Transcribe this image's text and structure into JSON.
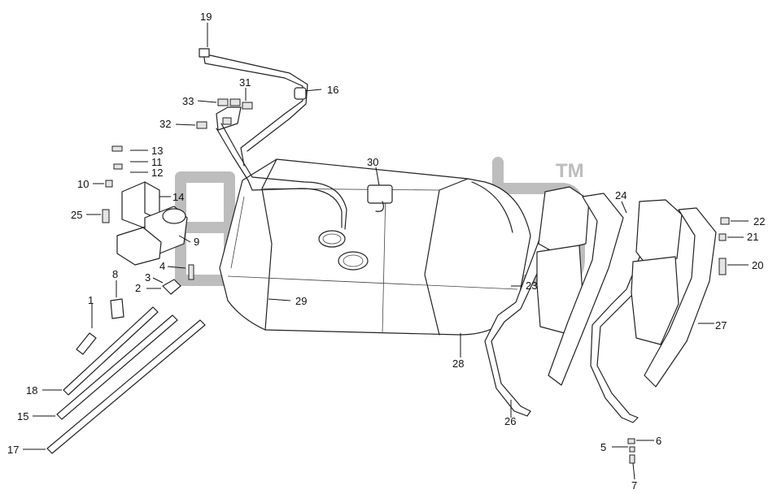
{
  "watermark": {
    "tm": "TM"
  },
  "labels": {
    "p1": "1",
    "p2": "2",
    "p3": "3",
    "p4": "4",
    "p5": "5",
    "p6": "6",
    "p7": "7",
    "p8": "8",
    "p9": "9",
    "p10": "10",
    "p11": "11",
    "p12": "12",
    "p13": "13",
    "p14": "14",
    "p15": "15",
    "p16": "16",
    "p17": "17",
    "p18": "18",
    "p19": "19",
    "p20": "20",
    "p21": "21",
    "p22": "22",
    "p23": "23",
    "p24": "24",
    "p25": "25",
    "p26": "26",
    "p27": "27",
    "p28": "28",
    "p29": "29",
    "p30": "30",
    "p31": "31",
    "p32": "32",
    "p33": "33"
  },
  "colors": {
    "line": "#222222",
    "watermark": "#bdbdbd",
    "background": "#ffffff"
  },
  "icons": [
    "fuel-tank",
    "fuel-line",
    "fuel-filter",
    "mounting-bracket",
    "tank-strap",
    "fastener"
  ]
}
